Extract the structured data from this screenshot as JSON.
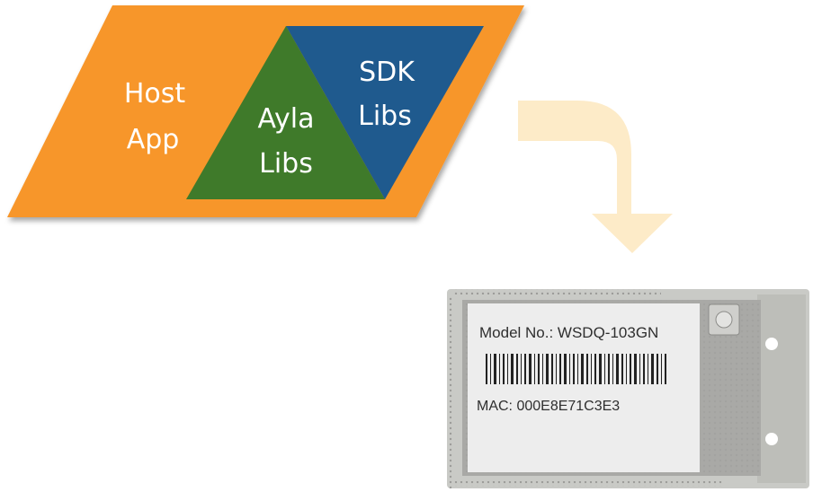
{
  "diagram": {
    "host_app": {
      "line1": "Host",
      "line2": "App",
      "color": "#F7962B"
    },
    "ayla_libs": {
      "line1": "Ayla",
      "line2": "Libs",
      "color": "#3F7A2A"
    },
    "sdk_libs": {
      "line1": "SDK",
      "line2": "Libs",
      "color": "#1F5A8E"
    },
    "arrow": {
      "color": "#FDEBC8",
      "icon": "bent-down-arrow-icon"
    }
  },
  "module": {
    "model_label": "Model No.: WSDQ-103GN",
    "mac_label": "MAC: 000E8E71C3E3",
    "pcb_color": "#C9CAC6",
    "shield_color": "#A9A9A6",
    "sticker_color": "#EDEDED"
  }
}
